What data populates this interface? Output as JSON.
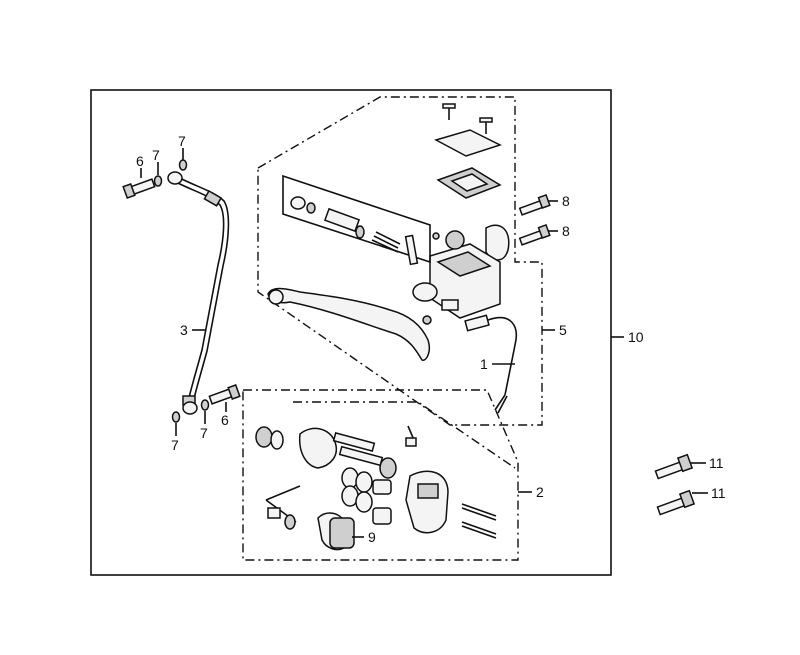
{
  "callouts": {
    "c1": "1",
    "c2": "2",
    "c3": "3",
    "c5": "5",
    "c6_top": "6",
    "c6_bottom": "6",
    "c7_top_a": "7",
    "c7_top_b": "7",
    "c7_bottom_a": "7",
    "c7_bottom_b": "7",
    "c8_a": "8",
    "c8_b": "8",
    "c9": "9",
    "c10": "10",
    "c11_a": "11",
    "c11_b": "11"
  }
}
